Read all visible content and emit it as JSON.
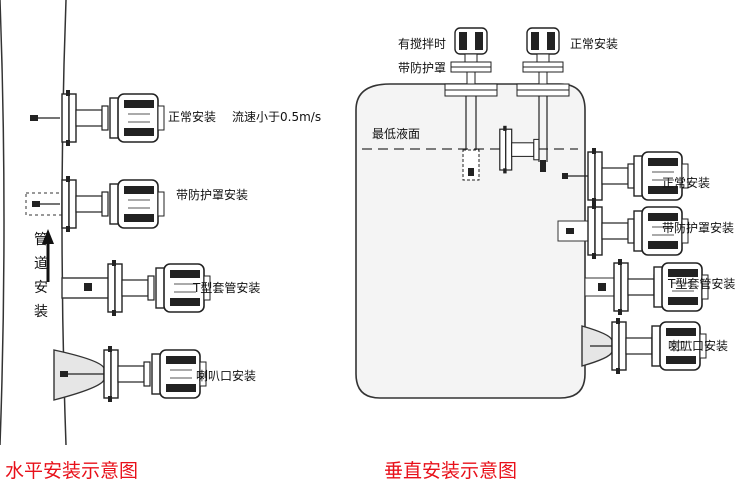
{
  "left_diagram": {
    "caption": "水平安装示意图",
    "flow_label": [
      "管",
      "道",
      "安",
      "装"
    ],
    "labels": {
      "normal": "正常安装",
      "flow_speed": "流速小于0.5m/s",
      "guard": "带防护罩安装",
      "tee": "T型套管安装",
      "horn": "喇叭口安装"
    }
  },
  "right_diagram": {
    "caption": "垂直安装示意图",
    "min_level": "最低液面",
    "top_left_label": [
      "有搅拌时",
      "带防护罩"
    ],
    "top_right_label": "正常安装",
    "labels": {
      "normal": "正常安装",
      "guard": "带防护罩安装",
      "tee": "T型套管安装",
      "horn": "喇叭口安装"
    }
  },
  "colors": {
    "caption": "#e8101a",
    "line": "#333333",
    "tank_fill": "#f4f4f4"
  }
}
